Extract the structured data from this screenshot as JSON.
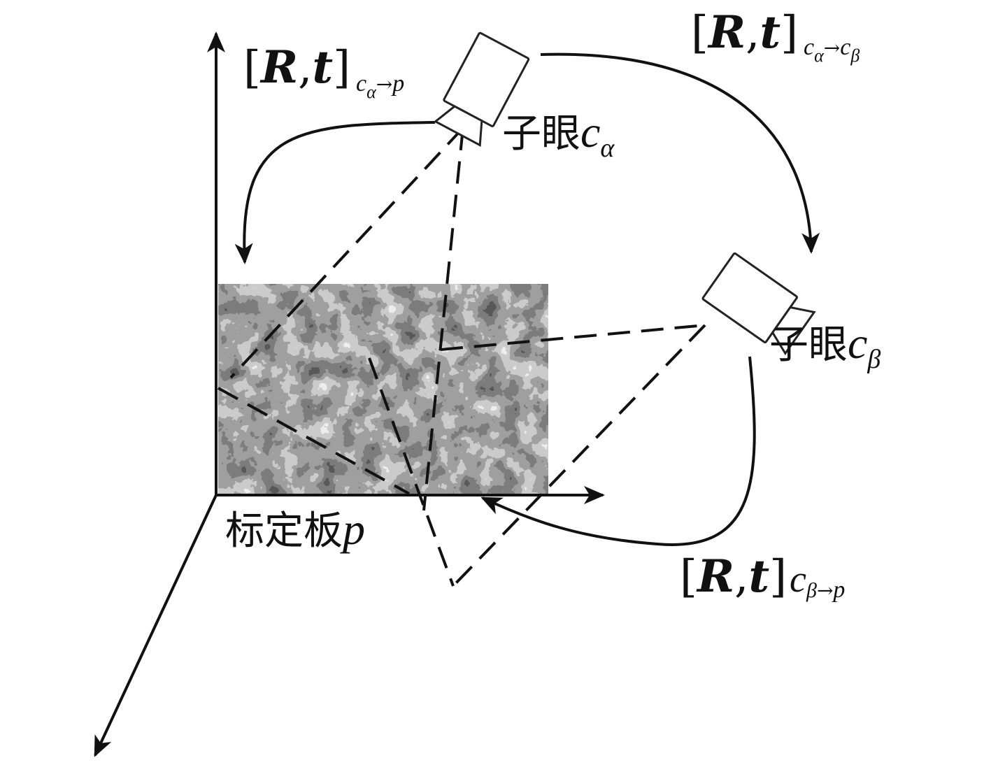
{
  "labels": {
    "cam_a_name": "子眼",
    "cam_a_var": "c",
    "cam_a_sub": "α",
    "cam_b_name": "子眼",
    "cam_b_var": "c",
    "cam_b_sub": "β",
    "board_name": "标定板",
    "board_var": "p",
    "rt_a_to_p": {
      "open": "[",
      "R": "R",
      "comma": ",",
      "t": "t",
      "close": "]",
      "sub_c": "c",
      "sub_greek": "α",
      "arrow": "→",
      "target": "p"
    },
    "rt_a_to_b": {
      "open": "[",
      "R": "R",
      "comma": ",",
      "t": "t",
      "close": "]",
      "sub_c": "c",
      "sub_greek": "α",
      "arrow": "→",
      "target_c": "c",
      "target_greek": "β"
    },
    "rt_b_to_p": {
      "open": "[",
      "R": "R",
      "comma": ",",
      "t": "t",
      "close": "]",
      "sub_c": "c",
      "sub_greek": "β",
      "arrow": "→",
      "target": "p"
    }
  },
  "colors": {
    "ink": "#111111",
    "board_dark": "#1a1a1a",
    "board_light": "#f2f2f2"
  },
  "icons": [
    "camera-icon",
    "camera-icon"
  ]
}
